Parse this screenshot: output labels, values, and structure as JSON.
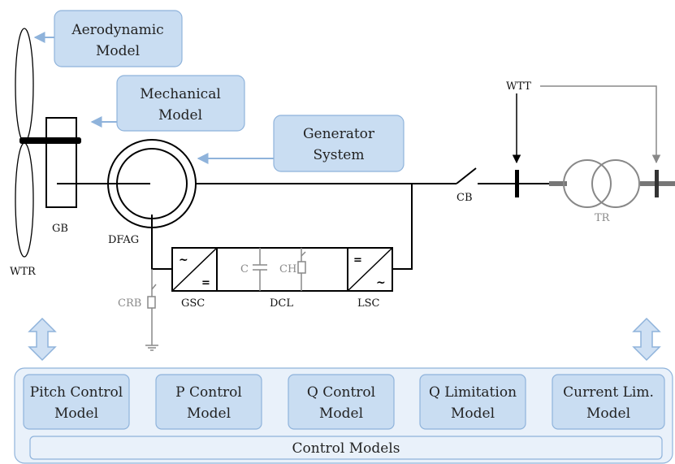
{
  "models": {
    "aerodynamic": [
      "Aerodynamic",
      "Model"
    ],
    "mechanical": [
      "Mechanical",
      "Model"
    ],
    "generator": [
      "Generator",
      "System"
    ]
  },
  "labels": {
    "wtr": "WTR",
    "gb": "GB",
    "dfag": "DFAG",
    "crb": "CRB",
    "gsc": "GSC",
    "dcl": "DCL",
    "lsc": "LSC",
    "c": "C",
    "ch": "CH",
    "cb": "CB",
    "wtt": "WTT",
    "tr": "TR"
  },
  "control": {
    "title": "Control Models",
    "boxes": [
      [
        "Pitch Control",
        "Model"
      ],
      [
        "P Control",
        "Model"
      ],
      [
        "Q Control",
        "Model"
      ],
      [
        "Q Limitation",
        "Model"
      ],
      [
        "Current Lim.",
        "Model"
      ]
    ]
  }
}
